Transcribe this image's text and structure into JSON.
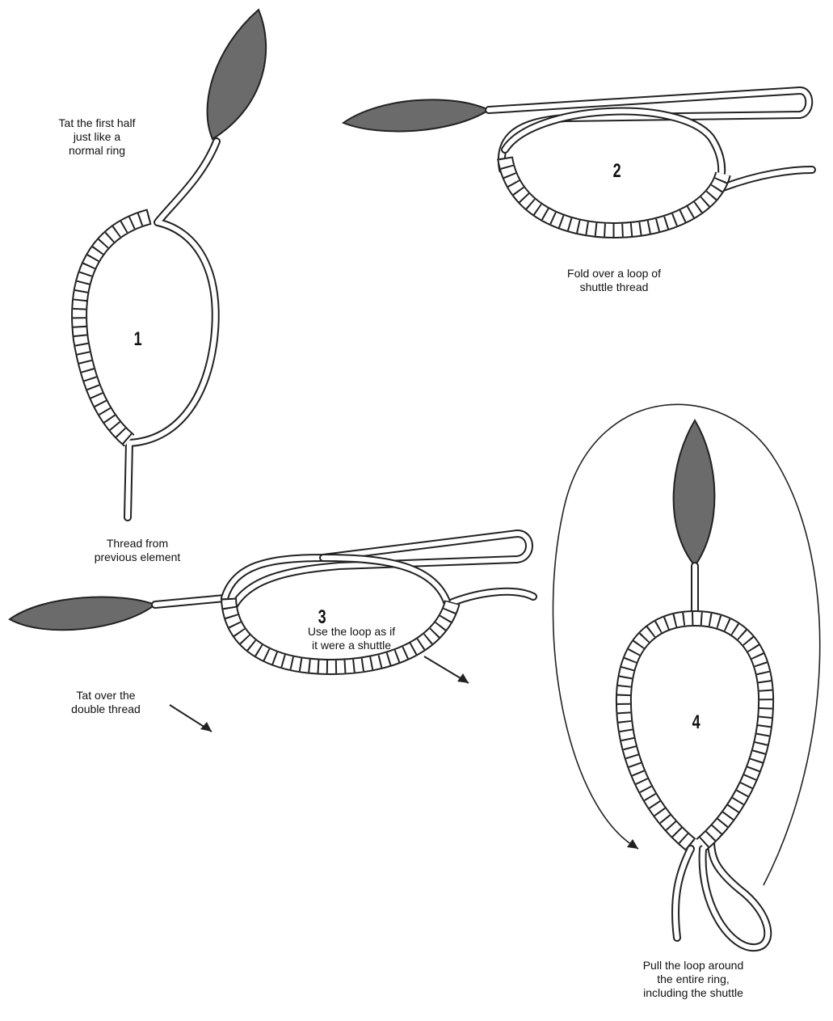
{
  "steps": [
    {
      "number": "1",
      "captions": {
        "top": [
          "Tat the first half",
          "just like a",
          "normal ring"
        ],
        "bottom": [
          "Thread from",
          "previous element"
        ]
      }
    },
    {
      "number": "2",
      "captions": {
        "bottom": [
          "Fold over a loop of",
          "shuttle thread"
        ]
      }
    },
    {
      "number": "3",
      "captions": {
        "left": [
          "Tat over the",
          "double thread"
        ],
        "top": [
          "Use the loop as if",
          "it were a shuttle"
        ]
      }
    },
    {
      "number": "4",
      "captions": {
        "bottom": [
          "Pull the loop around",
          "the entire ring,",
          "including the shuttle"
        ]
      }
    }
  ],
  "colors": {
    "shuttle": "#6b6b6b",
    "line": "#222222",
    "background": "#ffffff"
  }
}
